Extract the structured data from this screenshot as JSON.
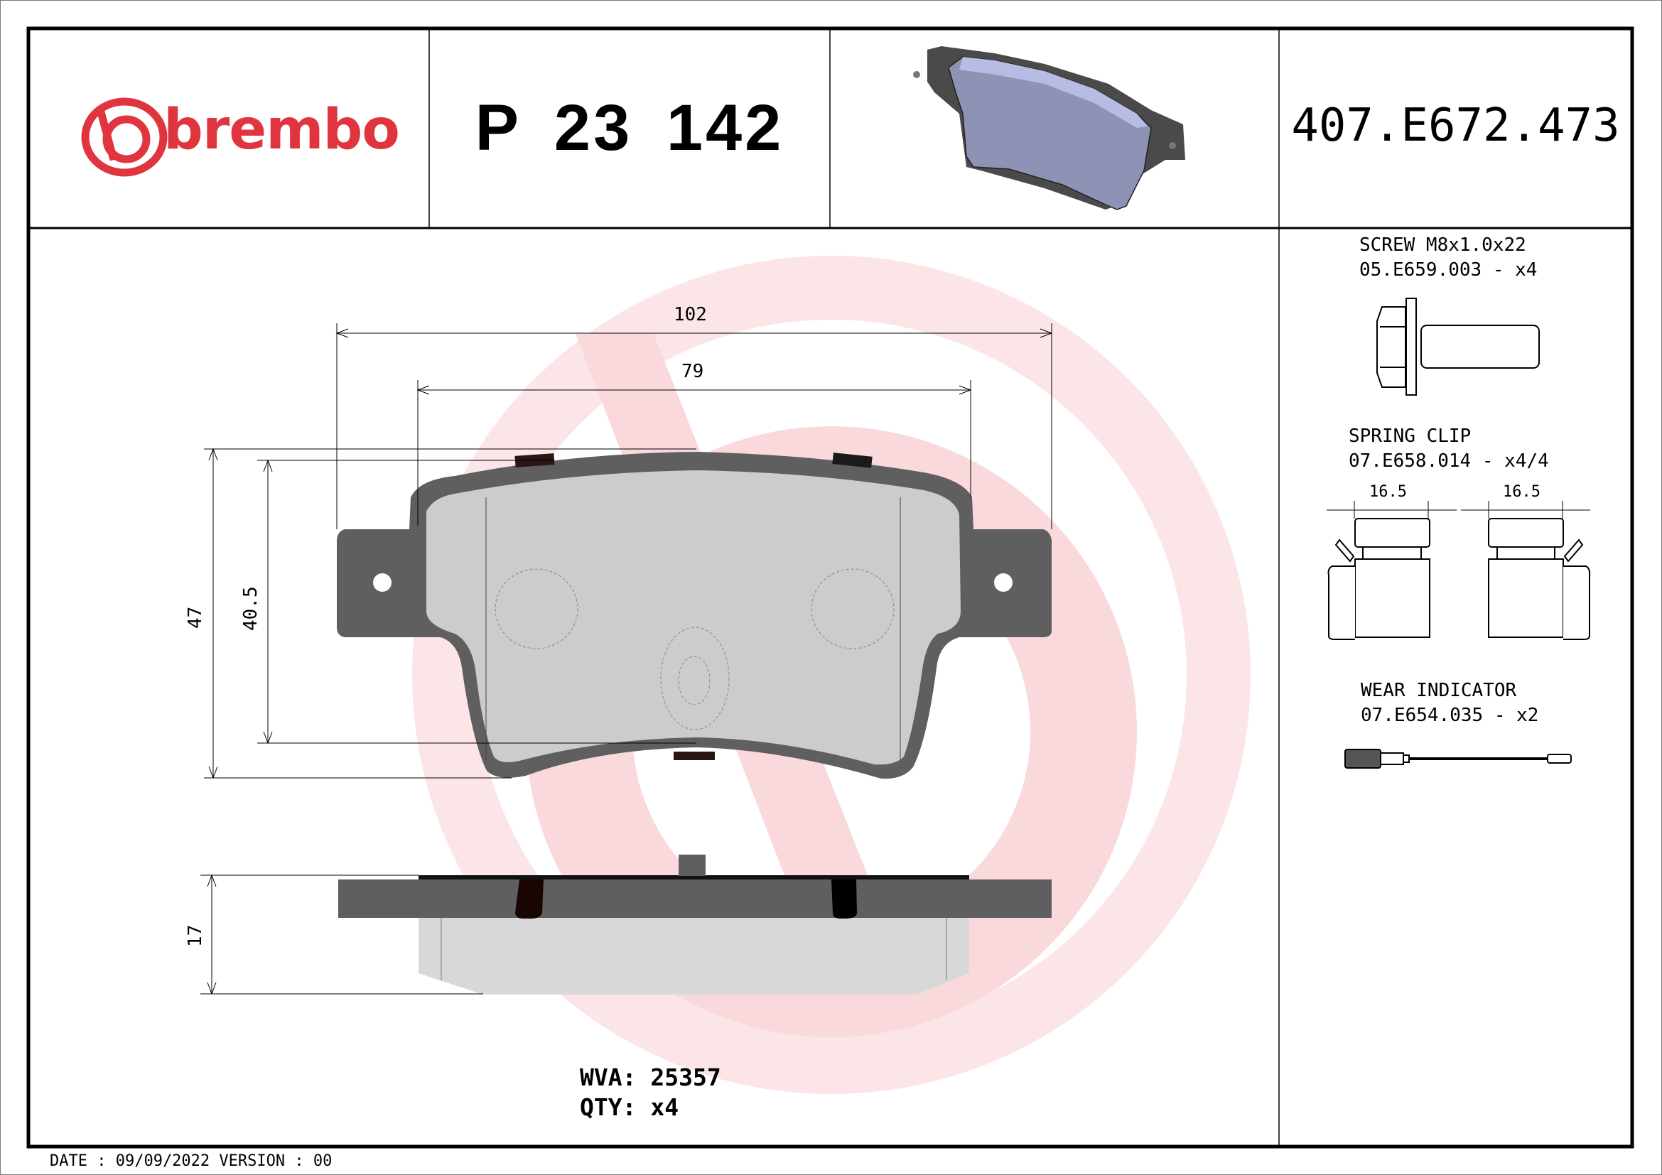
{
  "header": {
    "brand": "brembo",
    "brand_color": "#e0353f",
    "part_number": "P 23 142",
    "reference_number": "407.E672.473"
  },
  "drawing": {
    "icons": {
      "logo": "brembo-disc-logo",
      "pad_3d": "brake-pad-3d-render",
      "pad_front": "brake-pad-front-view",
      "pad_side": "brake-pad-side-view",
      "watermark": "brembo-watermark"
    },
    "dimensions": {
      "overall_width": "102",
      "friction_width": "79",
      "overall_height": "47",
      "friction_height": "40.5",
      "thickness": "17"
    },
    "colors": {
      "backplate": "#5f5f5f",
      "friction": "#d8d8d8",
      "watermark": "#f7c9cc",
      "render_face": "#8e93b5"
    }
  },
  "info": {
    "wva_label": "WVA:",
    "wva_value": "25357",
    "qty_label": "QTY:",
    "qty_value": "x4"
  },
  "accessories": [
    {
      "name": "SCREW M8x1.0x22",
      "code": "05.E659.003 - x4",
      "icon": "screw-icon"
    },
    {
      "name": "SPRING CLIP",
      "code": "07.E658.014 - x4/4",
      "icon": "spring-clip-icon",
      "dim_left": "16.5",
      "dim_right": "16.5"
    },
    {
      "name": "WEAR INDICATOR",
      "code": "07.E654.035 - x2",
      "icon": "wear-indicator-icon"
    }
  ],
  "footer": {
    "text": "DATE : 09/09/2022 VERSION : 00"
  }
}
